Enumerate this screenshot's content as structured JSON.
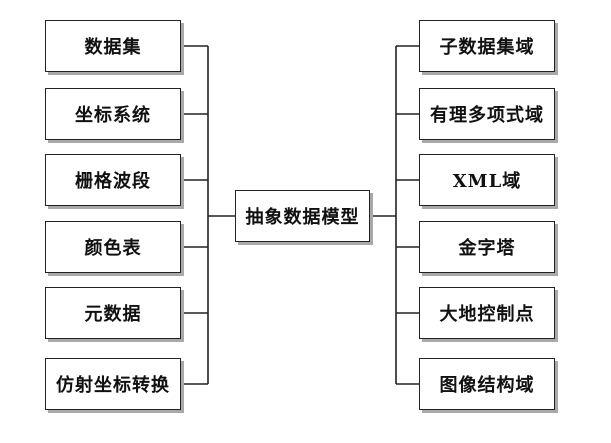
{
  "diagram": {
    "center": {
      "label": "抽象数据模型"
    },
    "left_items": [
      {
        "label": "数据集"
      },
      {
        "label": "坐标系统"
      },
      {
        "label": "栅格波段"
      },
      {
        "label": "颜色表"
      },
      {
        "label": "元数据"
      },
      {
        "label": "仿射坐标转换"
      }
    ],
    "right_items": [
      {
        "label": "子数据集域"
      },
      {
        "label": "有理多项式域"
      },
      {
        "label": "XML域"
      },
      {
        "label": "金字塔"
      },
      {
        "label": "大地控制点"
      },
      {
        "label": "图像结构域"
      }
    ],
    "colors": {
      "border": "#222222",
      "shadow": "#a9a9a9",
      "line": "#222222"
    }
  }
}
